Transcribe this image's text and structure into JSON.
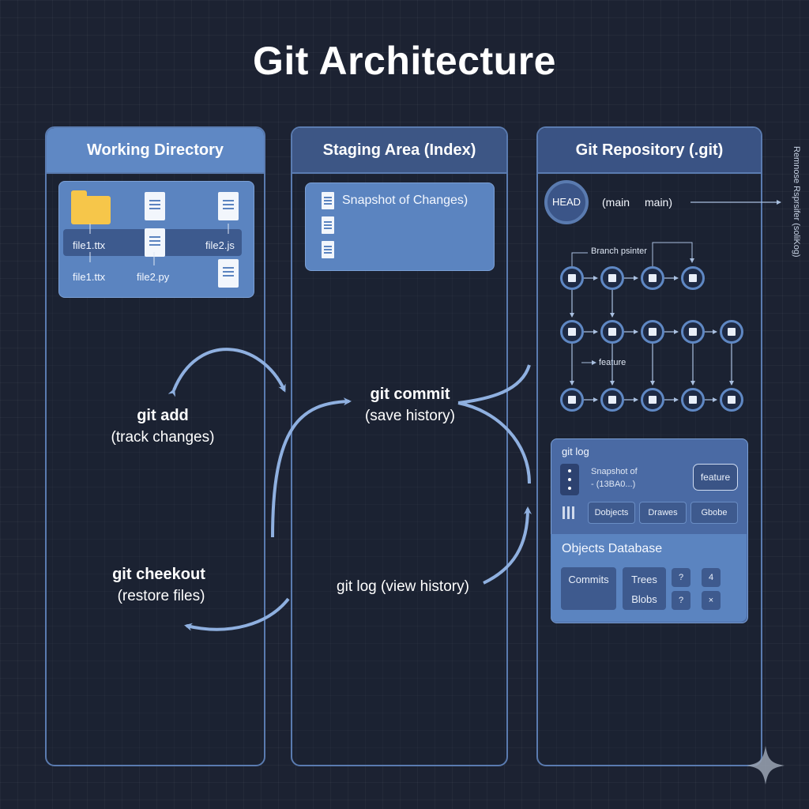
{
  "title": "Git Architecture",
  "colors": {
    "background": "#1c2232",
    "panel_border": "#5a7bb0",
    "accent": "#5b84c0",
    "folder": "#f6c64a"
  },
  "working_directory": {
    "header": "Working Directory",
    "files": [
      "file1.ttx",
      "file2.js",
      "file1.ttx",
      "file2.py"
    ]
  },
  "staging_area": {
    "header": "Staging Area (Index)",
    "snapshot_label": "Snapshot of Changes)"
  },
  "repository": {
    "header": "Git Repository (.git)",
    "head_label": "HEAD",
    "main_label_1": "(main",
    "main_label_2": "main)",
    "branch_pointer_label": "Branch psinter",
    "feature_label": "feature",
    "side_note": "Remnose Rsprsifer (soliKog)",
    "git_log": {
      "title": "git log",
      "snapshot_line1": "Snapshot of",
      "snapshot_line2": "- (13BA0...)",
      "feature_button": "feature",
      "tabs": [
        "Dobjects",
        "Drawes",
        "Gbobe"
      ]
    },
    "objects_database": {
      "title": "Objects Database",
      "commits": "Commits",
      "trees": "Trees",
      "blobs": "Blobs",
      "q1": "?",
      "num": "4",
      "q2": "?",
      "x": "×"
    }
  },
  "commands": {
    "git_add": "git add",
    "git_add_desc": "(track changes)",
    "git_commit": "git commit",
    "git_commit_desc": "(save history)",
    "git_checkout": "git cheekout",
    "git_checkout_desc": "(restore files)",
    "git_log": "git log (view history)"
  }
}
